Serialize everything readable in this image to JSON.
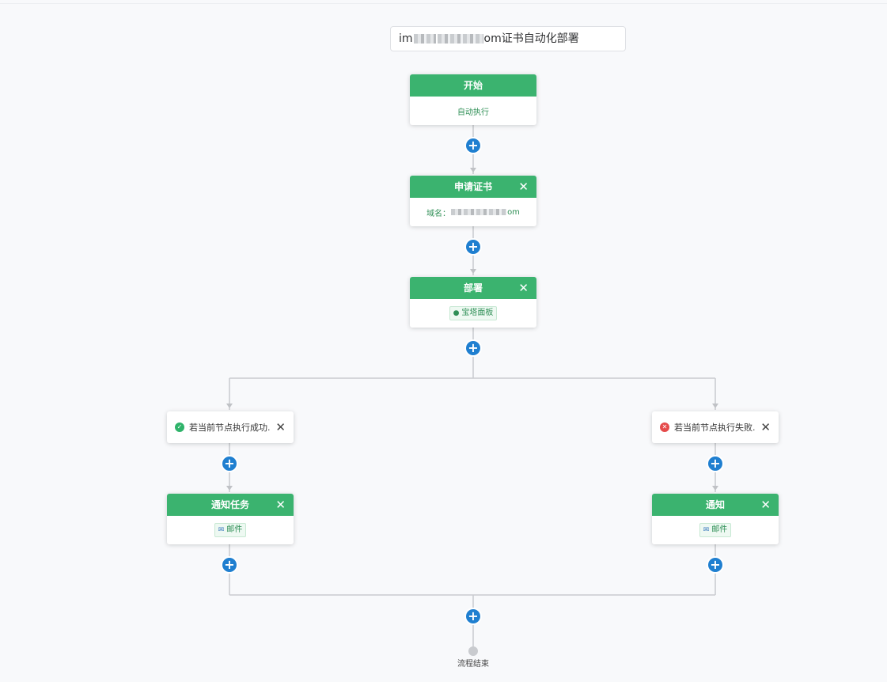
{
  "workflow": {
    "title_prefix": "im",
    "title_suffix": "om证书自动化部署"
  },
  "nodes": {
    "start": {
      "title": "开始",
      "detail": "自动执行"
    },
    "apply": {
      "title": "申请证书",
      "domain_label": "域名：",
      "domain_tail": "om",
      "close": "✕"
    },
    "deploy": {
      "title": "部署",
      "tag": "宝塔面板",
      "close": "✕"
    },
    "notify_task": {
      "title": "通知任务",
      "tag": "邮件",
      "close": "✕"
    },
    "notify": {
      "title": "通知",
      "tag": "邮件",
      "close": "✕"
    }
  },
  "conditions": {
    "success": {
      "text": "若当前节点执行成功.",
      "icon": "✓",
      "close": "✕"
    },
    "failure": {
      "text": "若当前节点执行失败.",
      "icon": "✕",
      "close": "✕"
    }
  },
  "add_button": "+",
  "end_label": "流程结束"
}
